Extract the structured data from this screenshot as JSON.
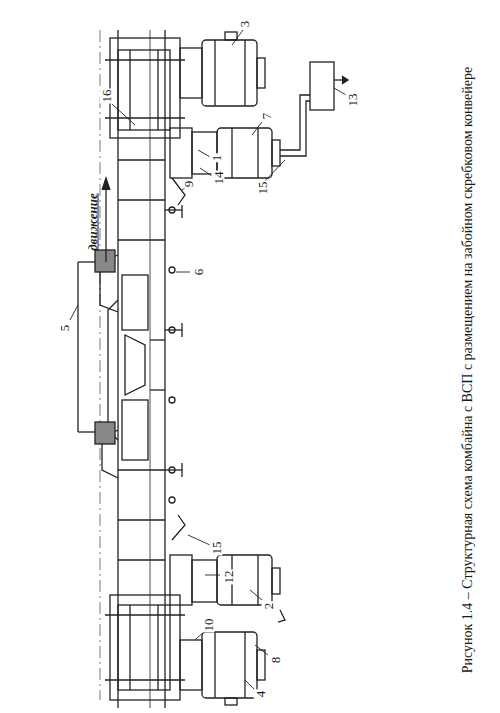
{
  "diagram": {
    "caption": "Рисунок 1.4 – Структурная схема комбайна с ВСП с размещением на забойном скребковом конвейере",
    "labels": [
      "16",
      "3",
      "7",
      "13",
      "1",
      "14",
      "9",
      "15",
      "6",
      "5",
      "движение",
      "15",
      "12",
      "2",
      "10",
      "8",
      "4"
    ]
  }
}
